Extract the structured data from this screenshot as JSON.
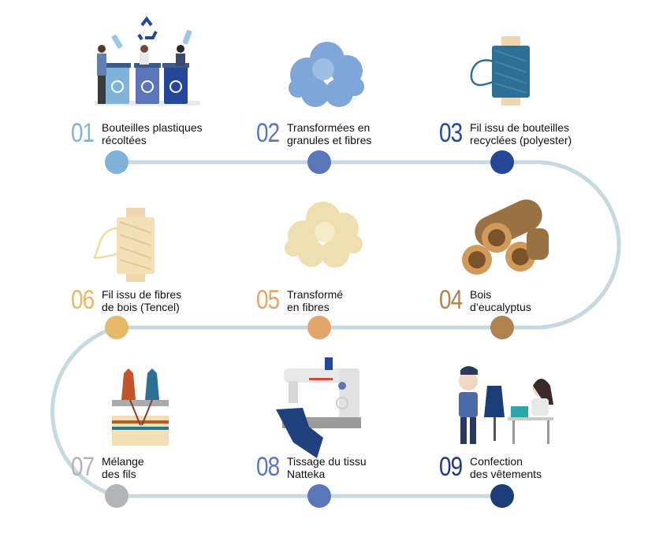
{
  "colors": {
    "path": "#c6d8e0",
    "blue_light": "#7fb3da",
    "blue_mid": "#5a75b8",
    "blue_dark": "#25479a",
    "gold": "#e4b968",
    "orange": "#e3a66a",
    "brown": "#b08250",
    "grey": "#b2b4b6",
    "navy": "#1c3d78"
  },
  "steps": [
    {
      "num": "01",
      "label": "Bouteilles plastiques\nrécoltées",
      "icon": "recycling-bins-icon",
      "color": "#7fb3da"
    },
    {
      "num": "02",
      "label": "Transformées en\ngranules et fibres",
      "icon": "fiber-cloud-icon",
      "color": "#5a75b8"
    },
    {
      "num": "03",
      "label": "Fil issu de bouteilles\nrecyclées (polyester)",
      "icon": "blue-spool-icon",
      "color": "#25479a"
    },
    {
      "num": "04",
      "label": "Bois\nd’eucalyptus",
      "icon": "wood-logs-icon",
      "color": "#b08250"
    },
    {
      "num": "05",
      "label": "Transformé\nen fibres",
      "icon": "wood-fiber-cloud-icon",
      "color": "#e3a66a"
    },
    {
      "num": "06",
      "label": "Fil issu de fibres\nde bois (Tencel)",
      "icon": "beige-spool-icon",
      "color": "#e4b968"
    },
    {
      "num": "07",
      "label": "Mélange\ndes fils",
      "icon": "yarn-blending-icon",
      "color": "#b2b4b6"
    },
    {
      "num": "08",
      "label": "Tissage du tissu\nNatteka",
      "icon": "sewing-machine-icon",
      "color": "#5a75b8"
    },
    {
      "num": "09",
      "label": "Confection\ndes vêtements",
      "icon": "tailors-icon",
      "color": "#1c3d78"
    }
  ]
}
